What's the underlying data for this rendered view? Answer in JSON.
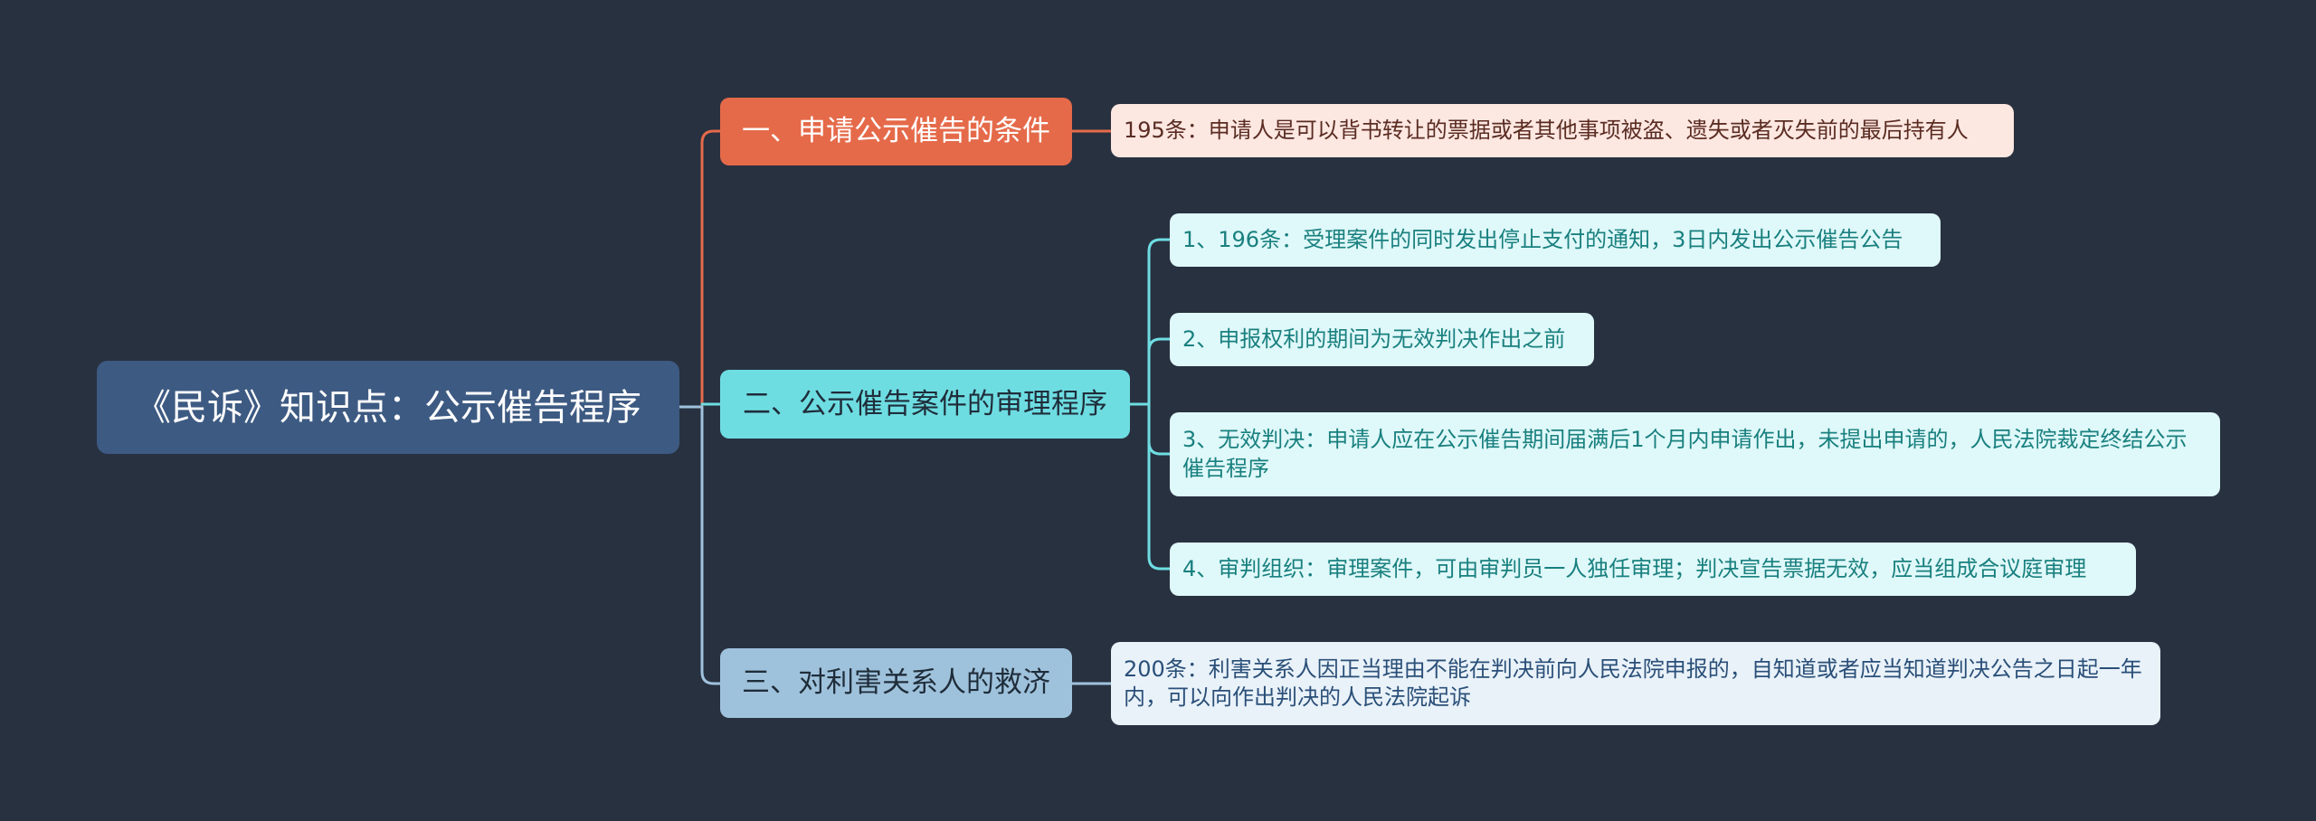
{
  "root": {
    "label": "《民诉》知识点：公示催告程序"
  },
  "branches": [
    {
      "label": "一、申请公示催告的条件",
      "color": "#e56a4a",
      "children": [
        {
          "text": "195条：申请人是可以背书转让的票据或者其他事项被盗、遗失或者灭失前的最后持有人"
        }
      ]
    },
    {
      "label": "二、公示催告案件的审理程序",
      "color": "#6edde2",
      "children": [
        {
          "text": "1、196条：受理案件的同时发出停止支付的通知，3日内发出公示催告公告"
        },
        {
          "text": "2、申报权利的期间为无效判决作出之前"
        },
        {
          "text": "3、无效判决：申请人应在公示催告期间届满后1个月内申请作出，未提出申请的，人民法院裁定终结公示催告程序"
        },
        {
          "text": "4、审判组织：审理案件，可由审判员一人独任审理；判决宣告票据无效，应当组成合议庭审理"
        }
      ]
    },
    {
      "label": "三、对利害关系人的救济",
      "color": "#9fc2dc",
      "children": [
        {
          "text": "200条：利害关系人因正当理由不能在判决前向人民法院申报的，自知道或者应当知道判决公告之日起一年内，可以向作出判决的人民法院起诉"
        }
      ]
    }
  ]
}
